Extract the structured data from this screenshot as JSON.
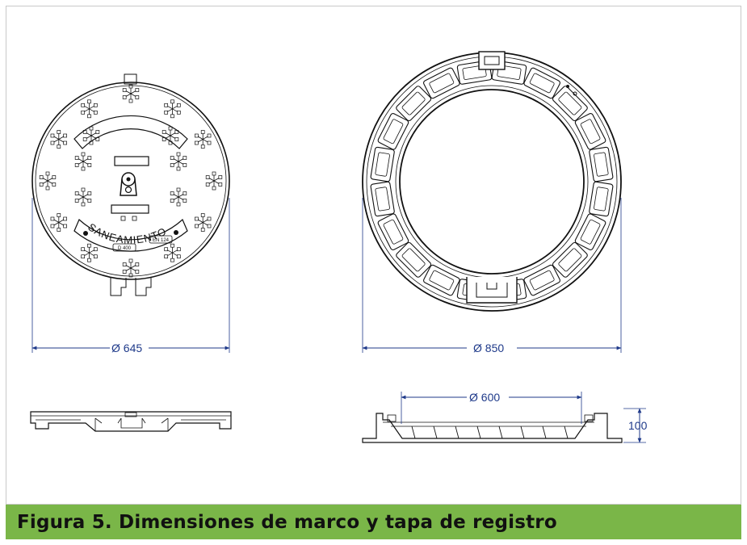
{
  "figure": {
    "caption": "Figura 5. Dimensiones de marco y tapa de registro",
    "colors": {
      "caption_bar": "#7ab648",
      "dimension_lines": "#1f3a8a",
      "drawing_lines": "#111111",
      "frame_border": "#c8c8c8"
    }
  },
  "drawing": {
    "cover": {
      "diameter_label": "Ø 645",
      "inscription": "SANEAMIENTO",
      "stamp_left": "D 400",
      "stamp_right": "EN 124"
    },
    "frame": {
      "outer_diameter_label": "Ø 850",
      "inner_diameter_label": "Ø 600",
      "height_label": "100"
    }
  }
}
